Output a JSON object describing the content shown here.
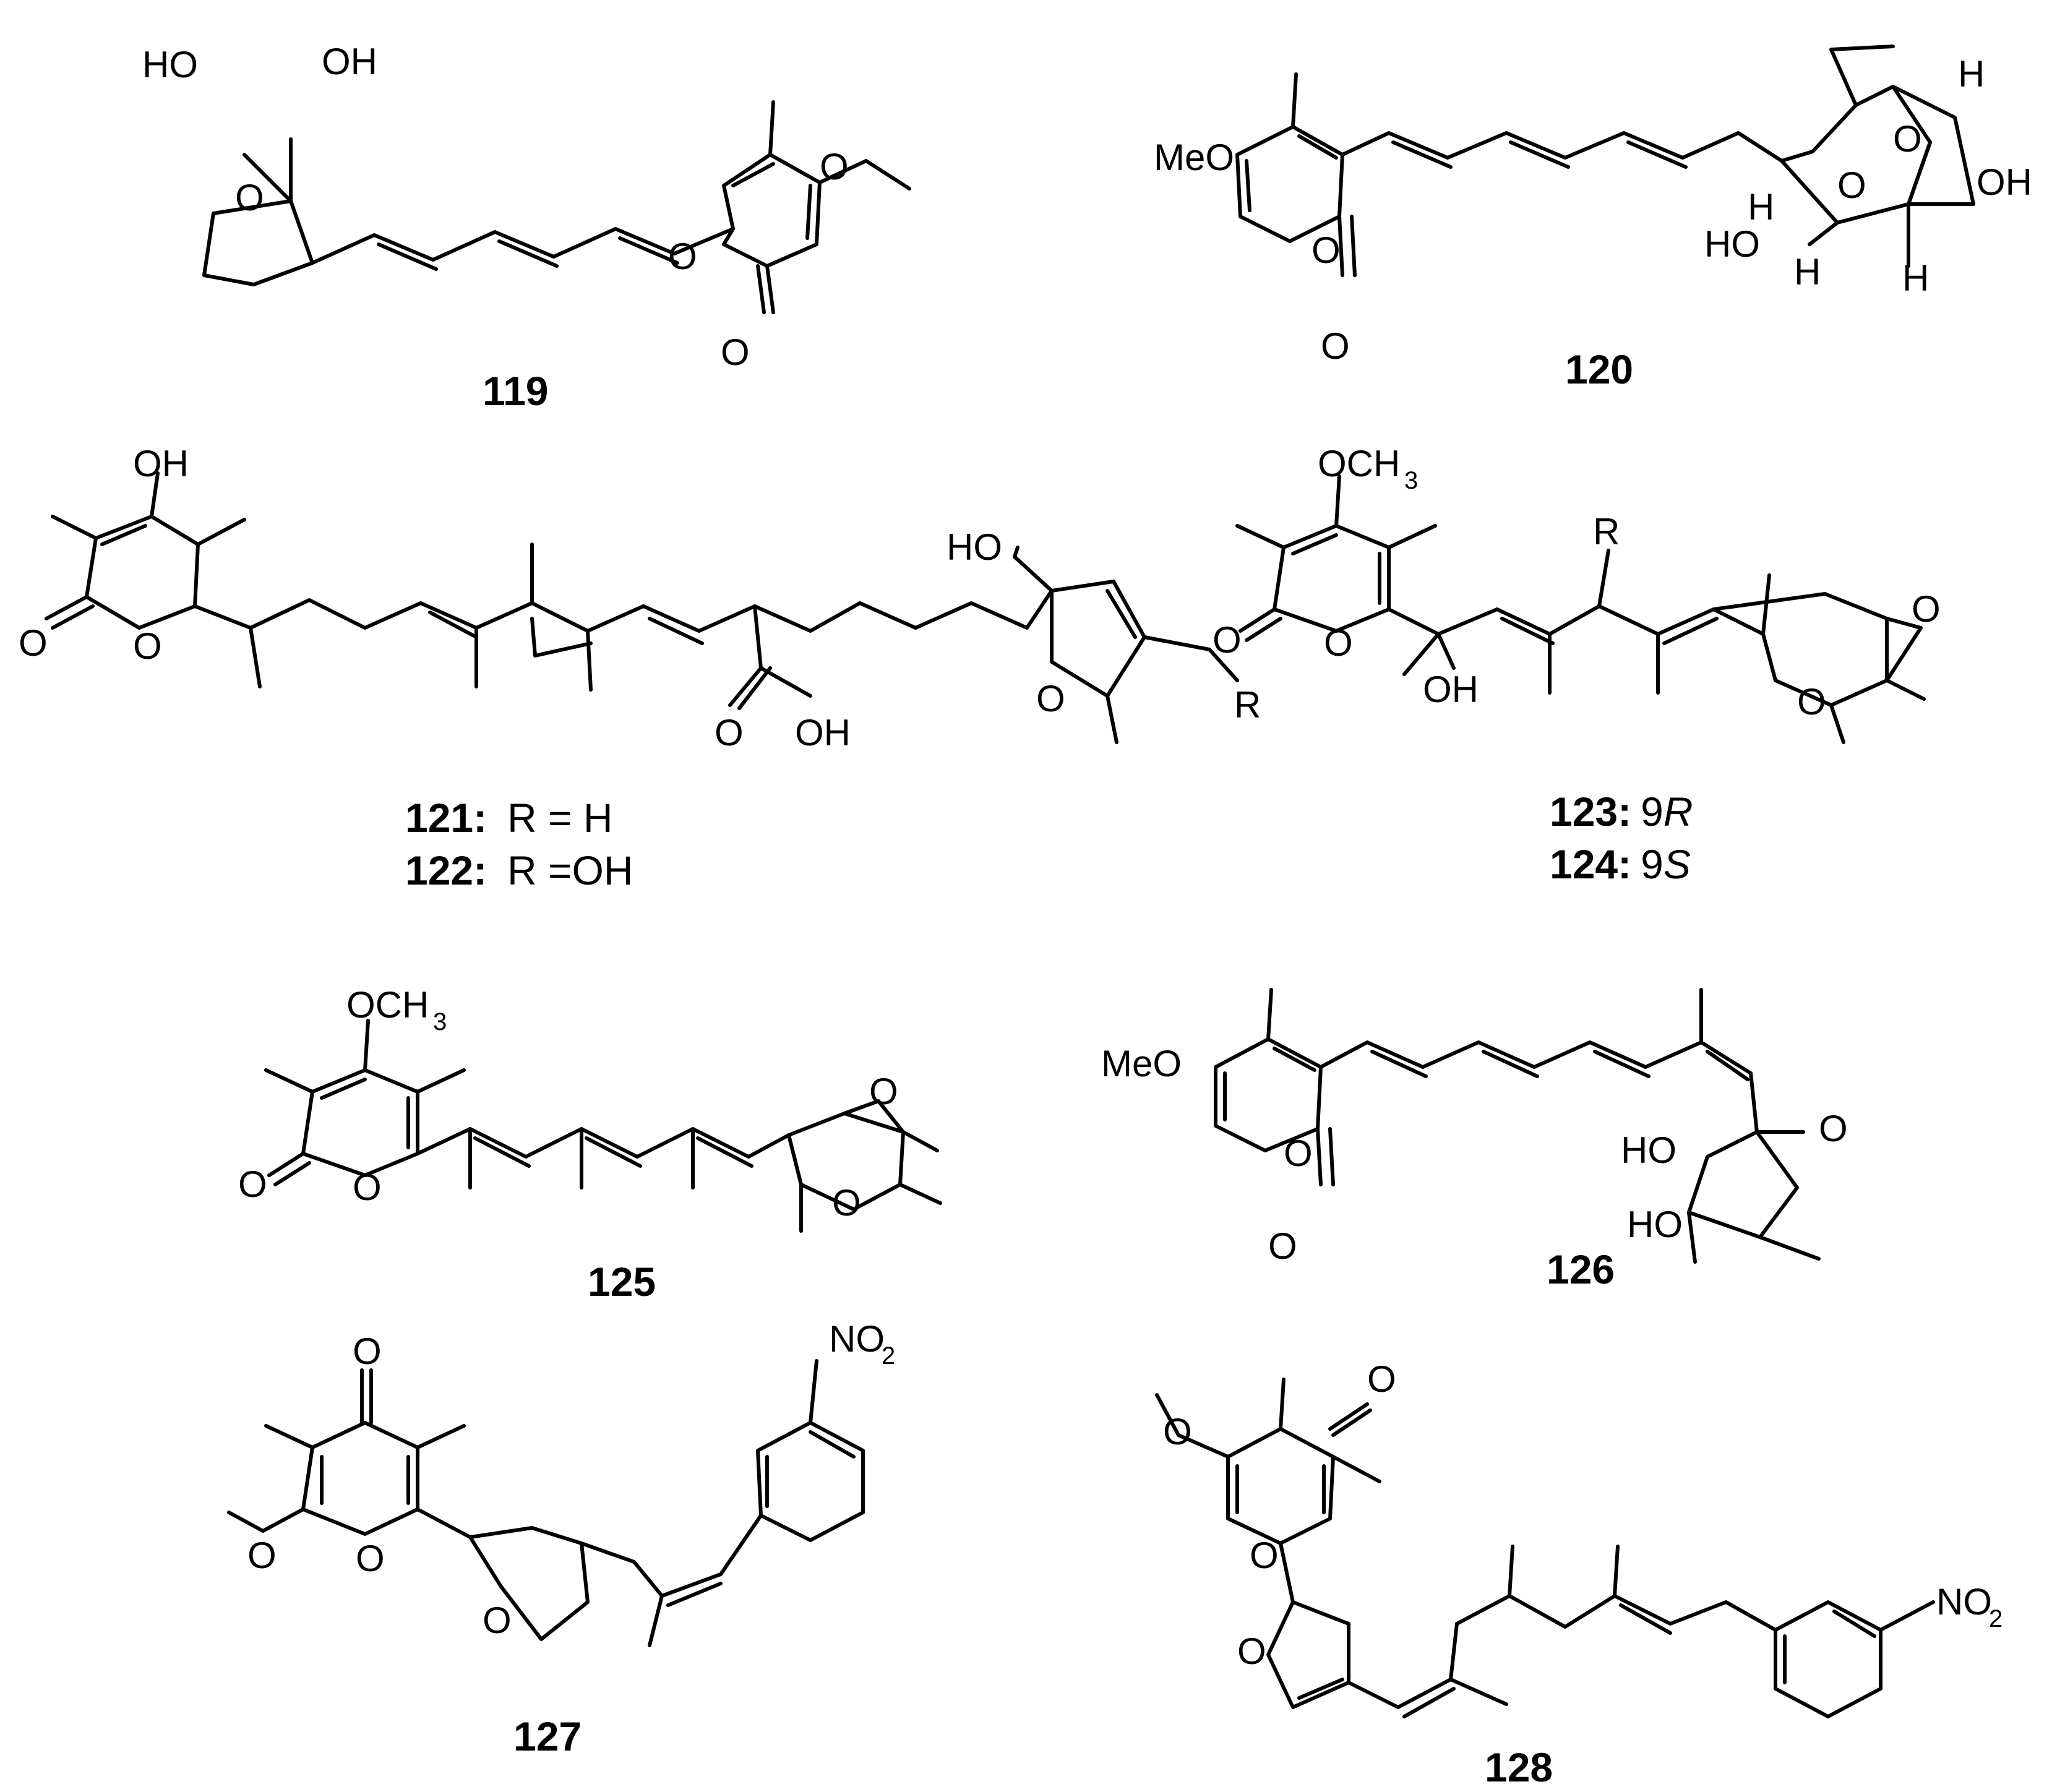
{
  "compounds": {
    "c119": {
      "label": "119",
      "atoms": [
        "HO",
        "OH",
        "O",
        "O",
        "O",
        "O"
      ]
    },
    "c120": {
      "label": "120",
      "atoms": [
        "MeO",
        "O",
        "O",
        "O",
        "O",
        "OH",
        "HO",
        "H",
        "H",
        "H",
        "H"
      ]
    },
    "c121_122": {
      "label_a": "121:",
      "r_a": "R = H",
      "label_b": "122:",
      "r_b": "R =OH",
      "atoms": [
        "OH",
        "O",
        "O",
        "HO",
        "O",
        "OH",
        "O",
        "R"
      ]
    },
    "c123_124": {
      "label_a": "123:",
      "config_a_num": "9",
      "config_a_letter": "R",
      "label_b": "124:",
      "config_b_num": "9",
      "config_b_letter": "S",
      "atoms": [
        "OCH",
        "3",
        "O",
        "O",
        "OH",
        "R",
        "O",
        "O"
      ]
    },
    "c125": {
      "label": "125",
      "atoms": [
        "OCH",
        "3",
        "O",
        "O",
        "O",
        "O"
      ]
    },
    "c126": {
      "label": "126",
      "atoms": [
        "MeO",
        "O",
        "O",
        "HO",
        "HO",
        "O"
      ]
    },
    "c127": {
      "label": "127",
      "atoms": [
        "O",
        "O",
        "O",
        "O",
        "NO",
        "2"
      ]
    },
    "c128": {
      "label": "128",
      "atoms": [
        "O",
        "O",
        "O",
        "O",
        "NO",
        "2"
      ]
    }
  }
}
